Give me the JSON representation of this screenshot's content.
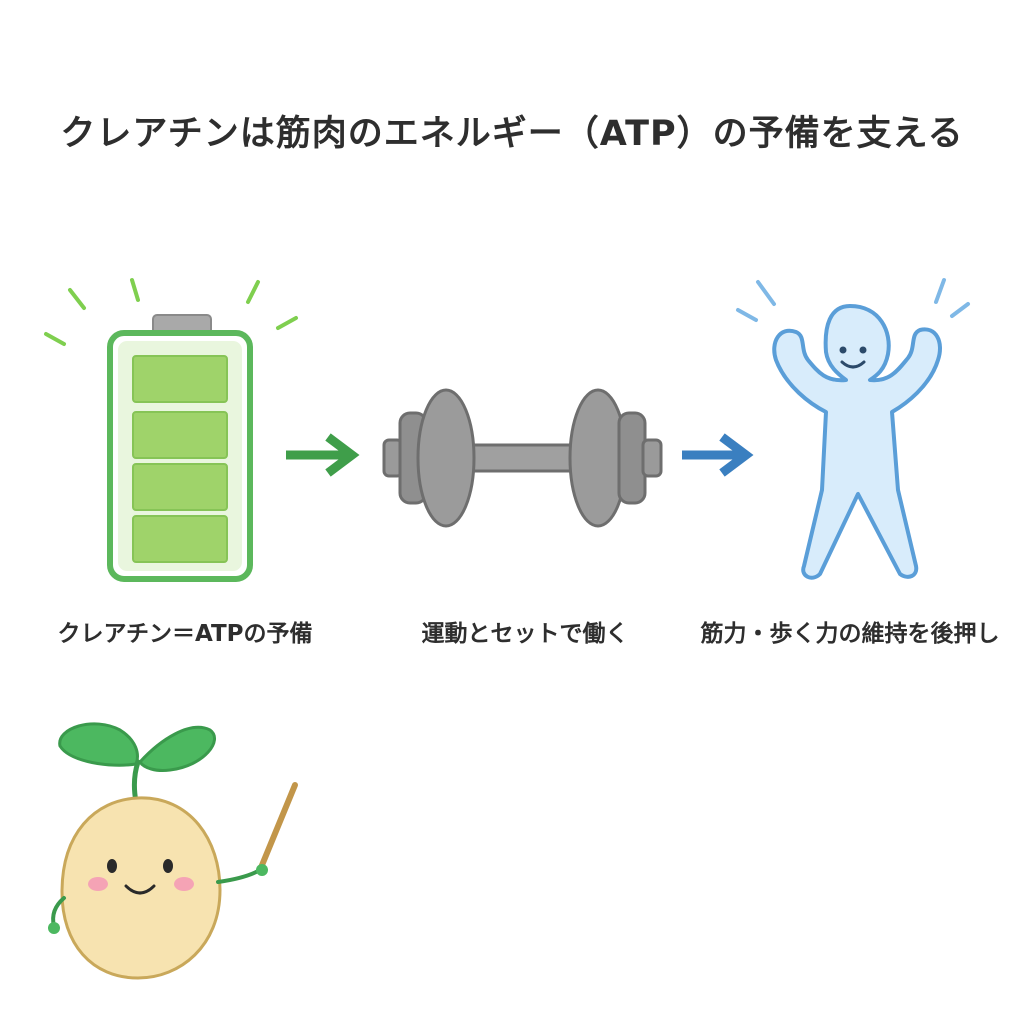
{
  "title": "クレアチンは筋肉のエネルギー（ATP）の予備を支える",
  "steps": [
    {
      "icon": "battery-icon",
      "caption": "クレアチン＝ATPの予備"
    },
    {
      "icon": "dumbbell-icon",
      "caption": "運動とセットで働く"
    },
    {
      "icon": "strong-person-icon",
      "caption": "筋力・歩く力の維持を後押し"
    }
  ],
  "battery_level": 1.0,
  "colors": {
    "battery_frame": "#5cb85c",
    "battery_cell": "#9fd36a",
    "arrow_green": "#3f9e4a",
    "arrow_blue": "#3a7fc0",
    "dumbbell": "#8a8a8a",
    "person_fill": "#d8ecfb",
    "person_stroke": "#5a9ed8",
    "mascot_body": "#f7e3b0",
    "leaf": "#4cb860"
  },
  "mascot": {
    "icon": "sprout-mascot-icon"
  }
}
